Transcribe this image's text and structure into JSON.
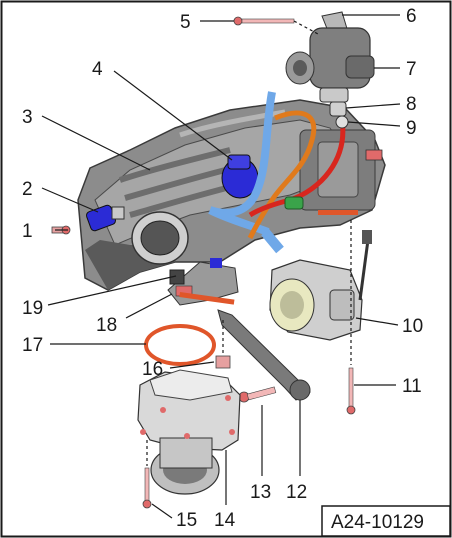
{
  "figure_id": "A24-10129",
  "callouts": [
    {
      "label": "1"
    },
    {
      "label": "2"
    },
    {
      "label": "3"
    },
    {
      "label": "4"
    },
    {
      "label": "5"
    },
    {
      "label": "6"
    },
    {
      "label": "7"
    },
    {
      "label": "8"
    },
    {
      "label": "9"
    },
    {
      "label": "10"
    },
    {
      "label": "11"
    },
    {
      "label": "12"
    },
    {
      "label": "13"
    },
    {
      "label": "14"
    },
    {
      "label": "15"
    },
    {
      "label": "16"
    },
    {
      "label": "17"
    },
    {
      "label": "18"
    },
    {
      "label": "19"
    }
  ],
  "colors": {
    "manifold": "#8c8c8c",
    "manifold_dark": "#5a5a5a",
    "part_light": "#d9d9d9",
    "blue_part": "#2b2bd6",
    "light_blue_hose": "#6fa8e8",
    "orange_hose": "#e07a1c",
    "red_hose": "#d8261e",
    "green_fitting": "#3aa34a",
    "bolt": "#e06a6a",
    "frame": "#1a1a1a"
  }
}
